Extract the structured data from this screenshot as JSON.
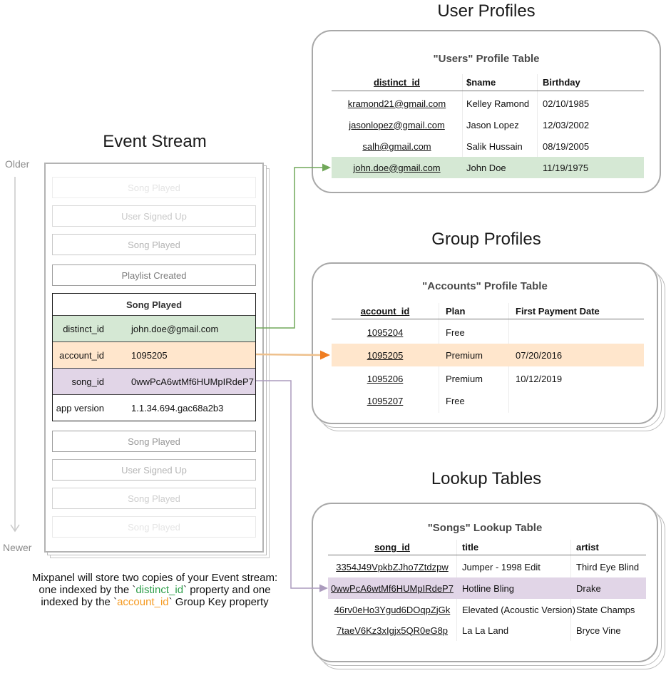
{
  "titles": {
    "event_stream": "Event Stream",
    "user_profiles": "User Profiles",
    "group_profiles": "Group Profiles",
    "lookup_tables": "Lookup Tables"
  },
  "timeline": {
    "older": "Older",
    "newer": "Newer"
  },
  "event_stream": {
    "events_before": [
      {
        "label": "Song Played"
      },
      {
        "label": "User Signed Up"
      },
      {
        "label": "Song Played"
      },
      {
        "label": "Playlist Created"
      }
    ],
    "active_event": {
      "title": "Song Played",
      "properties": [
        {
          "key": "distinct_id",
          "value": "john.doe@gmail.com",
          "highlight": "green"
        },
        {
          "key": "account_id",
          "value": "1095205",
          "highlight": "orange"
        },
        {
          "key": "song_id",
          "value": "0wwPcA6wtMf6HUMpIRdeP7",
          "highlight": "purple"
        },
        {
          "key": "app version",
          "value": "1.1.34.694.gac68a2b3",
          "highlight": "none"
        }
      ]
    },
    "events_after": [
      {
        "label": "Song Played"
      },
      {
        "label": "User Signed Up"
      },
      {
        "label": "Song Played"
      },
      {
        "label": "Song Played"
      }
    ]
  },
  "users_table": {
    "title": "\"Users\" Profile Table",
    "columns": [
      "distinct_id",
      "$name",
      "Birthday"
    ],
    "rows": [
      [
        "kramond21@gmail.com",
        "Kelley Ramond",
        "02/10/1985"
      ],
      [
        "jasonlopez@gmail.com",
        "Jason Lopez",
        "12/03/2002"
      ],
      [
        "salh@gmail.com",
        "Salik Hussain",
        "08/19/2005"
      ],
      [
        "john.doe@gmail.com",
        "John Doe",
        "11/19/1975"
      ]
    ],
    "highlighted_row": 3
  },
  "accounts_table": {
    "title": "\"Accounts\" Profile Table",
    "columns": [
      "account_id",
      "Plan",
      "First Payment Date"
    ],
    "rows": [
      [
        "1095204",
        "Free",
        ""
      ],
      [
        "1095205",
        "Premium",
        "07/20/2016"
      ],
      [
        "1095206",
        "Premium",
        "10/12/2019"
      ],
      [
        "1095207",
        "Free",
        ""
      ]
    ],
    "highlighted_row": 1
  },
  "songs_table": {
    "title": "\"Songs\" Lookup Table",
    "columns": [
      "song_id",
      "title",
      "artist"
    ],
    "rows": [
      [
        "3354J49VpkbZJho7Ztdzpw",
        "Jumper - 1998 Edit",
        "Third Eye Blind"
      ],
      [
        "0wwPcA6wtMf6HUMpIRdeP7",
        "Hotline Bling",
        "Drake"
      ],
      [
        "46rv0eHo3Ygud6DOqpZjGk",
        "Elevated (Acoustic Version)",
        "State Champs"
      ],
      [
        "7taeV6Kz3xIgjx5QR0eG8p",
        "La La Land",
        "Bryce Vine"
      ]
    ],
    "highlighted_row": 1
  },
  "caption": {
    "line1": "Mixpanel will store two copies of your Event stream:",
    "line2_pre": "one indexed by the `",
    "line2_key": "distinct_id",
    "line2_post": "` property and one",
    "line3_pre": "indexed by the `",
    "line3_key": "account_id",
    "line3_post": "` Group Key property"
  },
  "colors": {
    "green_highlight": "#d5e8d4",
    "orange_highlight": "#ffe6cc",
    "purple_highlight": "#e1d5e7",
    "green_arrow": "#71a85a",
    "orange_arrow_line": "#eec08c",
    "orange_arrow_head": "#ef7d22",
    "purple_arrow": "#ab9bbd",
    "caption_green": "#2e9e4a",
    "caption_orange": "#f59b23"
  }
}
